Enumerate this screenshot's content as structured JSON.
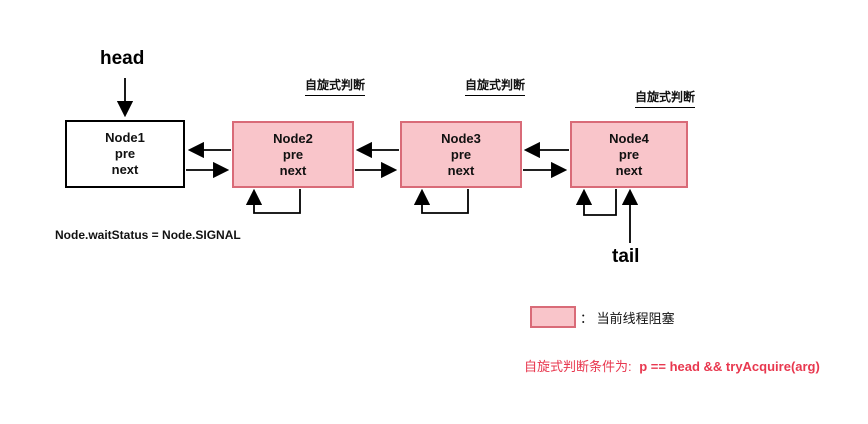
{
  "labels": {
    "head": "head",
    "tail": "tail",
    "wait_status": "Node.waitStatus = Node.SIGNAL",
    "spin_label": "自旋式判断",
    "legend_text": "： 当前线程阻塞",
    "condition_prefix": "自旋式判断条件为: ",
    "condition_code": "p == head && tryAcquire(arg)"
  },
  "nodes": [
    {
      "lines": [
        "Node1",
        "pre",
        "next"
      ],
      "blocked": false
    },
    {
      "lines": [
        "Node2",
        "pre",
        "next"
      ],
      "blocked": true
    },
    {
      "lines": [
        "Node3",
        "pre",
        "next"
      ],
      "blocked": true
    },
    {
      "lines": [
        "Node4",
        "pre",
        "next"
      ],
      "blocked": true
    }
  ],
  "colors": {
    "blocked_fill": "#f9c5ca",
    "blocked_border": "#d96b78",
    "line": "#000000",
    "condition_text": "#e8384f"
  }
}
